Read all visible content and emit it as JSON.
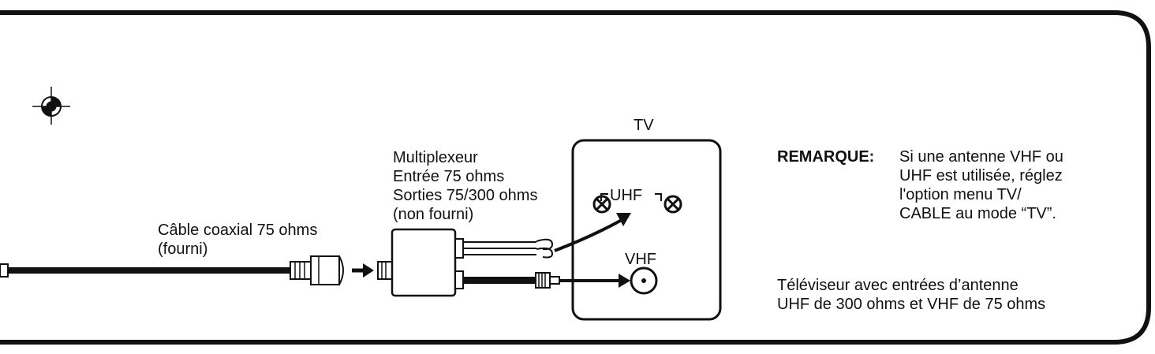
{
  "labels": {
    "tv": "TV",
    "uhf": "UHF",
    "vhf": "VHF",
    "cable": [
      "Câble coaxial 75 ohms",
      "(fourni)"
    ],
    "multiplexer": [
      "Multiplexeur",
      "Entrée 75 ohms",
      "Sorties 75/300 ohms",
      "(non fourni)"
    ]
  },
  "note": {
    "title": "REMARQUE:",
    "lines": [
      "Si une antenne VHF ou",
      "UHF est utilisée, réglez",
      "l'option menu TV/",
      "CABLE au mode “TV”."
    ]
  },
  "caption": [
    "Téléviseur avec entrées d’antenne",
    "UHF de 300 ohms et VHF de 75 ohms"
  ],
  "colors": {
    "ink": "#111111",
    "background": "#ffffff"
  },
  "icons": [
    "registration-mark-icon",
    "arrow-right-icon",
    "uhf-terminal-icon",
    "vhf-terminal-icon",
    "curved-arrow-icon"
  ]
}
